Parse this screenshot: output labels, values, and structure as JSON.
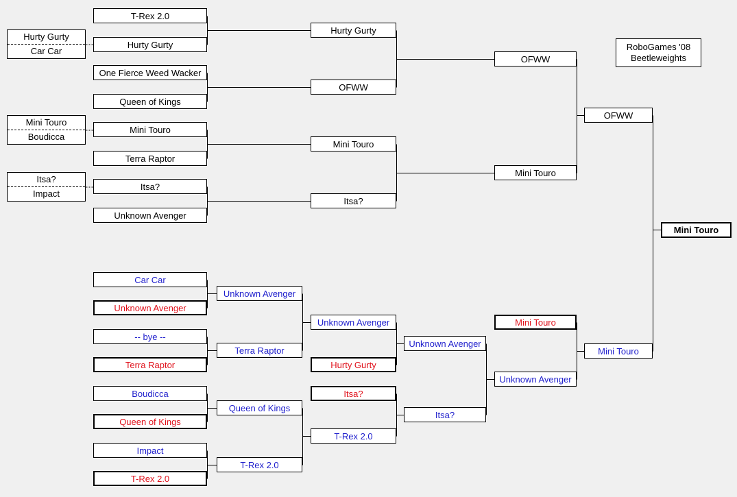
{
  "event": {
    "title_line1": "RoboGames '08",
    "title_line2": "Beetleweights"
  },
  "pairs": [
    {
      "top": "Hurty Gurty",
      "bottom": "Car Car"
    },
    {
      "top": "Mini Touro",
      "bottom": "Boudicca"
    },
    {
      "top": "Itsa?",
      "bottom": "Impact"
    }
  ],
  "winners_bracket": {
    "round1": [
      "T-Rex 2.0",
      "Hurty Gurty",
      "One Fierce Weed Wacker",
      "Queen of Kings",
      "Mini Touro",
      "Terra Raptor",
      "Itsa?",
      "Unknown Avenger"
    ],
    "round2": [
      "Hurty Gurty",
      "OFWW",
      "Mini Touro",
      "Itsa?"
    ],
    "round3": [
      "OFWW",
      "Mini Touro"
    ],
    "final": "OFWW"
  },
  "losers_bracket": {
    "round1": [
      {
        "name": "Car Car",
        "status": "advance"
      },
      {
        "name": "Unknown Avenger",
        "status": "drop"
      },
      {
        "name": "-- bye --",
        "status": "advance"
      },
      {
        "name": "Terra Raptor",
        "status": "drop"
      },
      {
        "name": "Boudicca",
        "status": "advance"
      },
      {
        "name": "Queen of Kings",
        "status": "drop"
      },
      {
        "name": "Impact",
        "status": "advance"
      },
      {
        "name": "T-Rex 2.0",
        "status": "drop"
      }
    ],
    "round2": [
      "Unknown Avenger",
      "Terra Raptor",
      "Queen of Kings",
      "T-Rex 2.0"
    ],
    "round3": [
      {
        "name": "Unknown Avenger",
        "status": "advance"
      },
      {
        "name": "Hurty Gurty",
        "status": "drop"
      },
      {
        "name": "Itsa?",
        "status": "drop"
      },
      {
        "name": "T-Rex 2.0",
        "status": "advance"
      }
    ],
    "round4": [
      "Unknown Avenger",
      "Itsa?"
    ],
    "round5": [
      {
        "name": "Mini Touro",
        "status": "drop"
      },
      {
        "name": "Unknown Avenger",
        "status": "advance"
      }
    ],
    "final": "Mini Touro"
  },
  "champion": "Mini Touro",
  "colors": {
    "dropped_in": "#e0101a",
    "losers_bracket_text": "#1d1dcc",
    "background": "#f0f0f0"
  }
}
